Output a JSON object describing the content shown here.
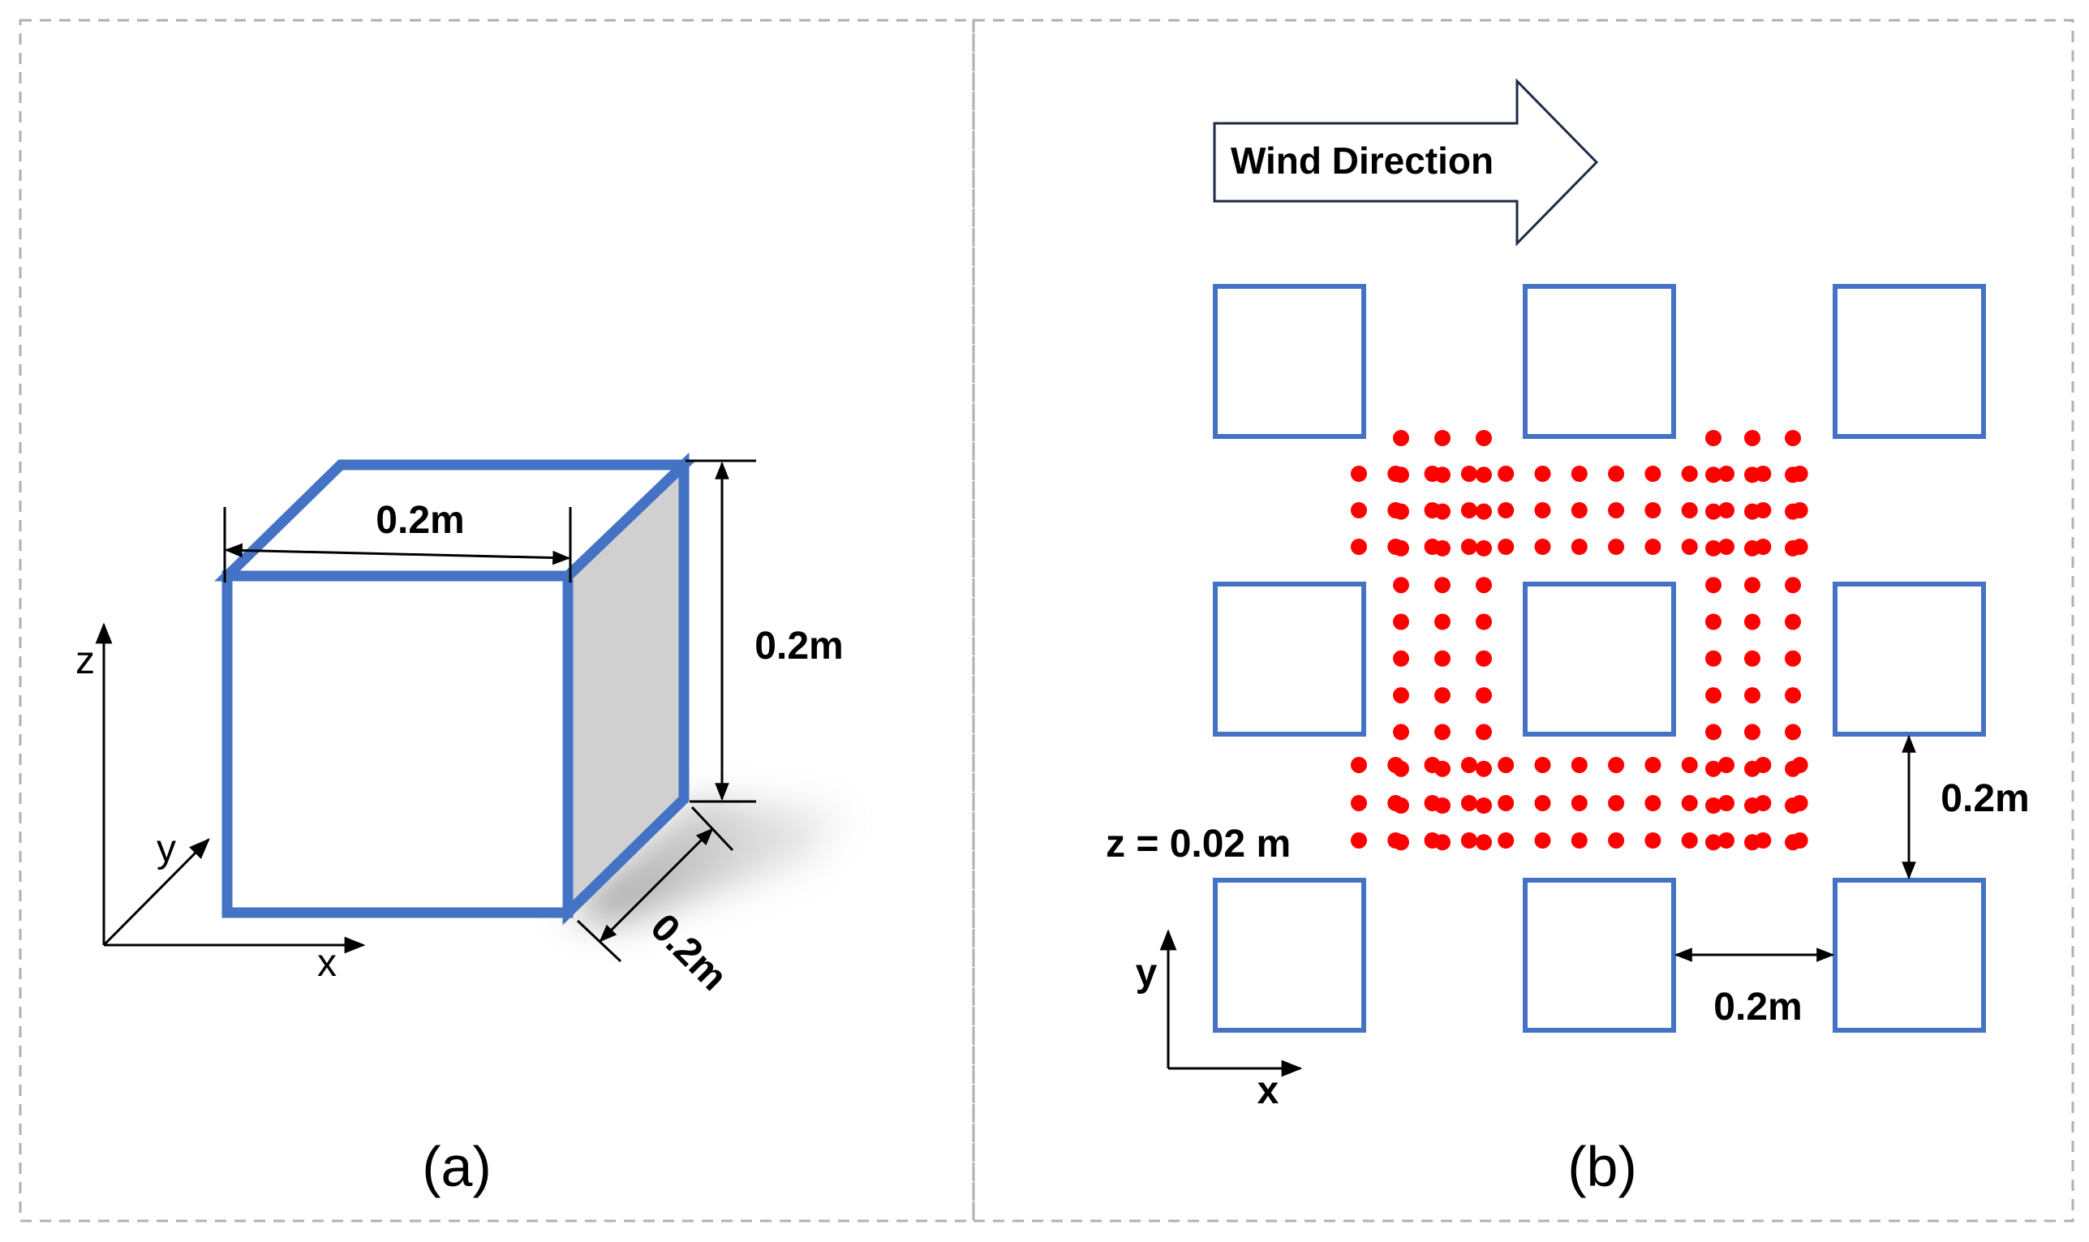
{
  "panel_a": {
    "label": "(a)",
    "dim_width": "0.2m",
    "dim_height": "0.2m",
    "dim_depth": "0.2m",
    "axis_x": "x",
    "axis_y": "y",
    "axis_z": "z"
  },
  "panel_b": {
    "label": "(b)",
    "wind_label": "Wind Direction",
    "height_label": "z = 0.02 m",
    "gap_vertical": "0.2m",
    "gap_horizontal": "0.2m",
    "axis_x": "x",
    "axis_y": "y"
  },
  "colors": {
    "block_outline": "#4472C4",
    "block_side": "#D0D0D0",
    "sample_point": "#FF0000",
    "frame_border": "#B0B0B0"
  },
  "icons": [
    "wind-arrow-icon"
  ]
}
